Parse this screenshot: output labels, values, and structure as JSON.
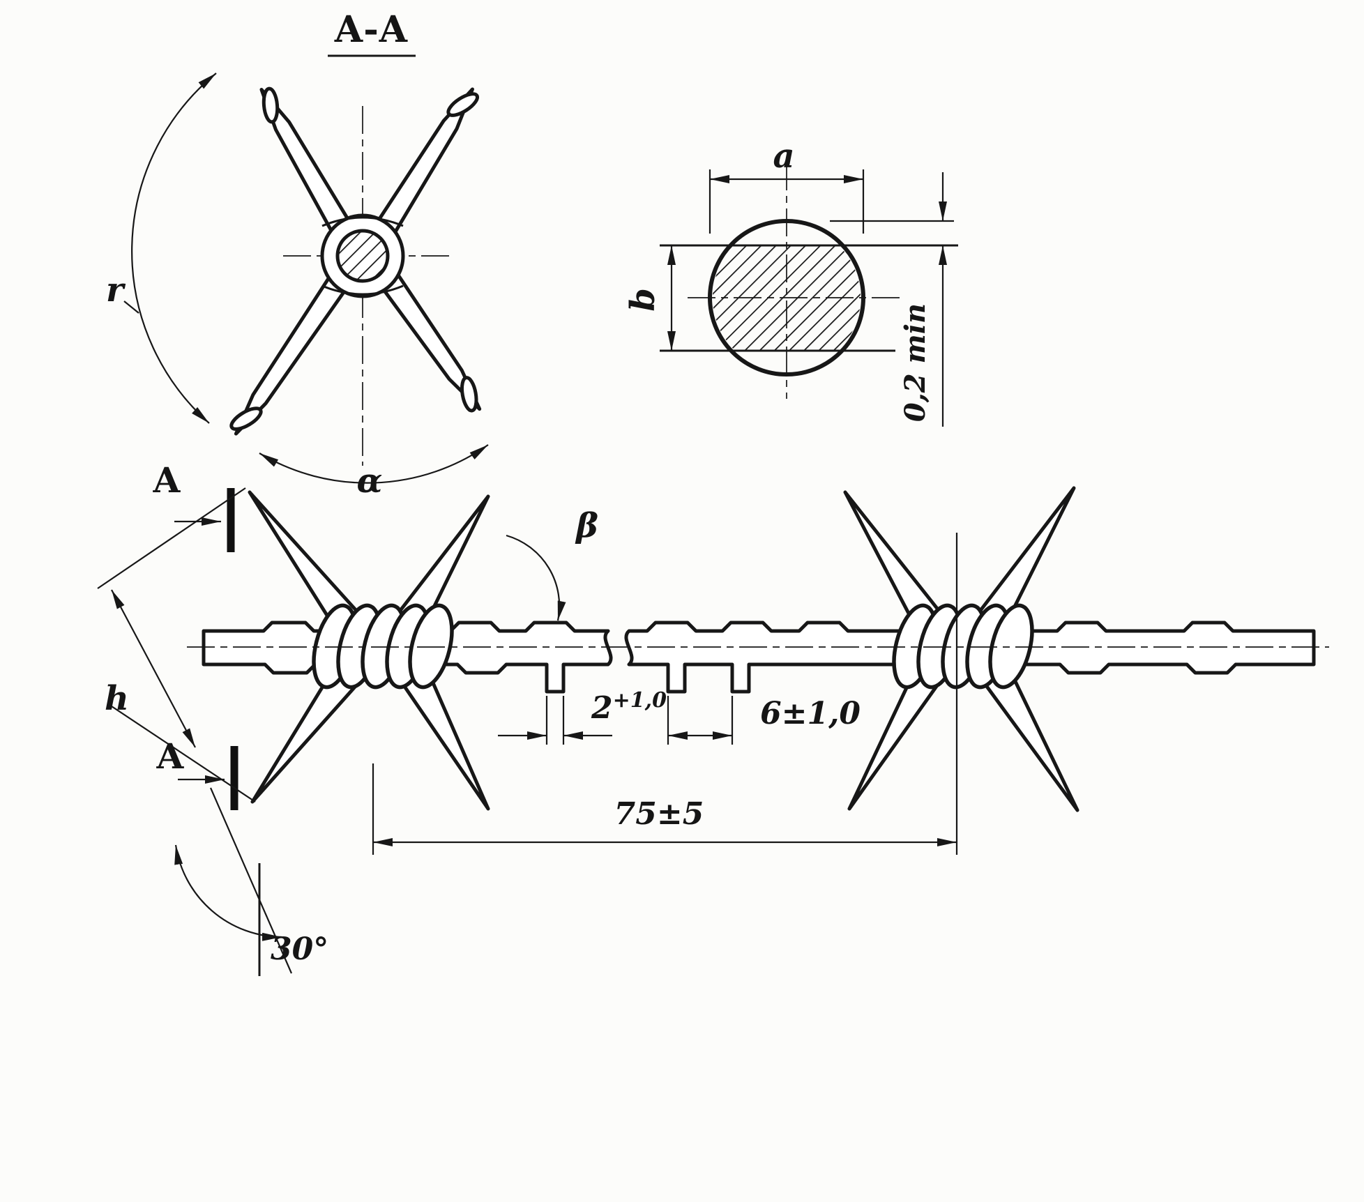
{
  "drawing": {
    "title": "А-А",
    "section_mark_top": "А",
    "section_mark_bottom": "А",
    "labels": {
      "r": "r",
      "alpha": "α",
      "beta": "β",
      "a": "a",
      "b": "b",
      "gap_min": "0,2 min",
      "h": "h"
    },
    "dims": {
      "d2": "2",
      "d2_tol": "+1,0",
      "d6": "6±1,0",
      "d75": "75±5",
      "a30": "30°"
    }
  }
}
